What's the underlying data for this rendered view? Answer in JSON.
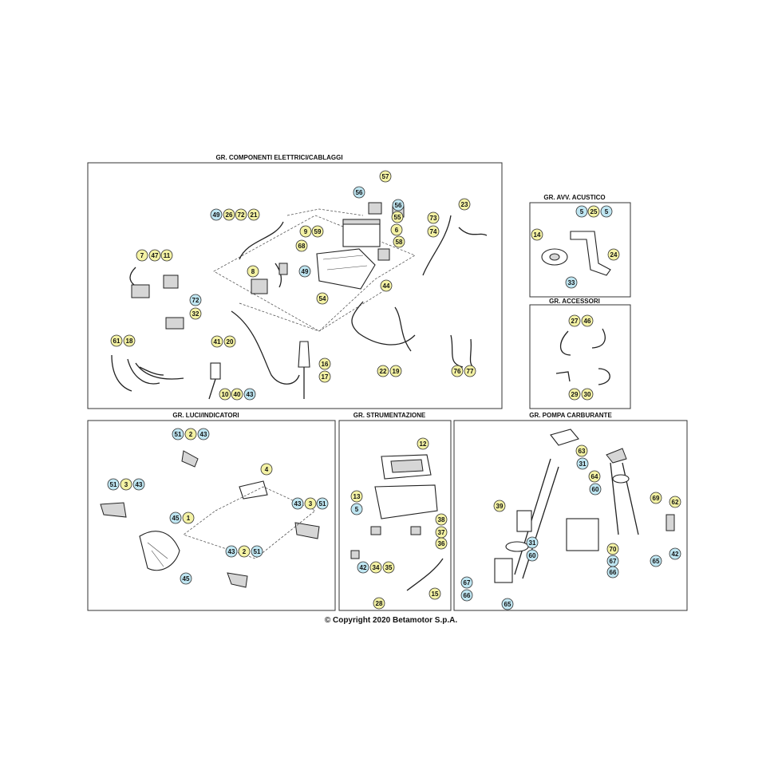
{
  "panels": {
    "elettrici": "GR. COMPONENTI ELETTRICI/CABLAGGI",
    "acustico": "GR. AVV. ACUSTICO",
    "accessori": "GR. ACCESSORI",
    "luci": "GR. LUCI/INDICATORI",
    "strumentazione": "GR. STRUMENTAZIONE",
    "pompa": "GR. POMPA CARBURANTE"
  },
  "callouts": [
    {
      "n": "57",
      "c": "y"
    },
    {
      "n": "56",
      "c": "b"
    },
    {
      "n": "56",
      "c": "b"
    },
    {
      "n": "55",
      "c": "y"
    },
    {
      "n": "73",
      "c": "y"
    },
    {
      "n": "6",
      "c": "y"
    },
    {
      "n": "74",
      "c": "y"
    },
    {
      "n": "58",
      "c": "y"
    },
    {
      "n": "23",
      "c": "y"
    },
    {
      "n": "49",
      "c": "b"
    },
    {
      "n": "26",
      "c": "y"
    },
    {
      "n": "72",
      "c": "y"
    },
    {
      "n": "21",
      "c": "y"
    },
    {
      "n": "9",
      "c": "y"
    },
    {
      "n": "59",
      "c": "y"
    },
    {
      "n": "68",
      "c": "y"
    },
    {
      "n": "7",
      "c": "y"
    },
    {
      "n": "47",
      "c": "y"
    },
    {
      "n": "11",
      "c": "y"
    },
    {
      "n": "8",
      "c": "y"
    },
    {
      "n": "49",
      "c": "b"
    },
    {
      "n": "44",
      "c": "y"
    },
    {
      "n": "72",
      "c": "b"
    },
    {
      "n": "32",
      "c": "y"
    },
    {
      "n": "54",
      "c": "y"
    },
    {
      "n": "61",
      "c": "y"
    },
    {
      "n": "18",
      "c": "y"
    },
    {
      "n": "41",
      "c": "y"
    },
    {
      "n": "20",
      "c": "y"
    },
    {
      "n": "16",
      "c": "y"
    },
    {
      "n": "17",
      "c": "y"
    },
    {
      "n": "22",
      "c": "y"
    },
    {
      "n": "19",
      "c": "y"
    },
    {
      "n": "76",
      "c": "y"
    },
    {
      "n": "77",
      "c": "y"
    },
    {
      "n": "10",
      "c": "y"
    },
    {
      "n": "40",
      "c": "y"
    },
    {
      "n": "43",
      "c": "b"
    },
    {
      "n": "5",
      "c": "b"
    },
    {
      "n": "25",
      "c": "y"
    },
    {
      "n": "5",
      "c": "b"
    },
    {
      "n": "14",
      "c": "y"
    },
    {
      "n": "24",
      "c": "y"
    },
    {
      "n": "33",
      "c": "b"
    },
    {
      "n": "27",
      "c": "y"
    },
    {
      "n": "46",
      "c": "y"
    },
    {
      "n": "29",
      "c": "y"
    },
    {
      "n": "30",
      "c": "y"
    },
    {
      "n": "51",
      "c": "b"
    },
    {
      "n": "2",
      "c": "y"
    },
    {
      "n": "43",
      "c": "b"
    },
    {
      "n": "4",
      "c": "y"
    },
    {
      "n": "51",
      "c": "b"
    },
    {
      "n": "3",
      "c": "y"
    },
    {
      "n": "43",
      "c": "b"
    },
    {
      "n": "45",
      "c": "b"
    },
    {
      "n": "1",
      "c": "y"
    },
    {
      "n": "43",
      "c": "b"
    },
    {
      "n": "3",
      "c": "y"
    },
    {
      "n": "51",
      "c": "b"
    },
    {
      "n": "43",
      "c": "b"
    },
    {
      "n": "2",
      "c": "y"
    },
    {
      "n": "51",
      "c": "b"
    },
    {
      "n": "45",
      "c": "b"
    },
    {
      "n": "12",
      "c": "y"
    },
    {
      "n": "13",
      "c": "y"
    },
    {
      "n": "5",
      "c": "b"
    },
    {
      "n": "38",
      "c": "y"
    },
    {
      "n": "37",
      "c": "y"
    },
    {
      "n": "36",
      "c": "y"
    },
    {
      "n": "42",
      "c": "b"
    },
    {
      "n": "34",
      "c": "y"
    },
    {
      "n": "35",
      "c": "y"
    },
    {
      "n": "28",
      "c": "y"
    },
    {
      "n": "15",
      "c": "y"
    },
    {
      "n": "63",
      "c": "y"
    },
    {
      "n": "31",
      "c": "b"
    },
    {
      "n": "64",
      "c": "y"
    },
    {
      "n": "60",
      "c": "b"
    },
    {
      "n": "69",
      "c": "y"
    },
    {
      "n": "62",
      "c": "y"
    },
    {
      "n": "39",
      "c": "y"
    },
    {
      "n": "31",
      "c": "b"
    },
    {
      "n": "60",
      "c": "b"
    },
    {
      "n": "70",
      "c": "y"
    },
    {
      "n": "67",
      "c": "b"
    },
    {
      "n": "65",
      "c": "b"
    },
    {
      "n": "66",
      "c": "b"
    },
    {
      "n": "42",
      "c": "b"
    },
    {
      "n": "67",
      "c": "b"
    },
    {
      "n": "66",
      "c": "b"
    },
    {
      "n": "65",
      "c": "b"
    }
  ],
  "colors": {
    "yellow": "#f4f2a4",
    "blue": "#bfe6f2",
    "line": "#222222"
  },
  "copyright": "© Copyright 2020 Betamotor S.p.A."
}
